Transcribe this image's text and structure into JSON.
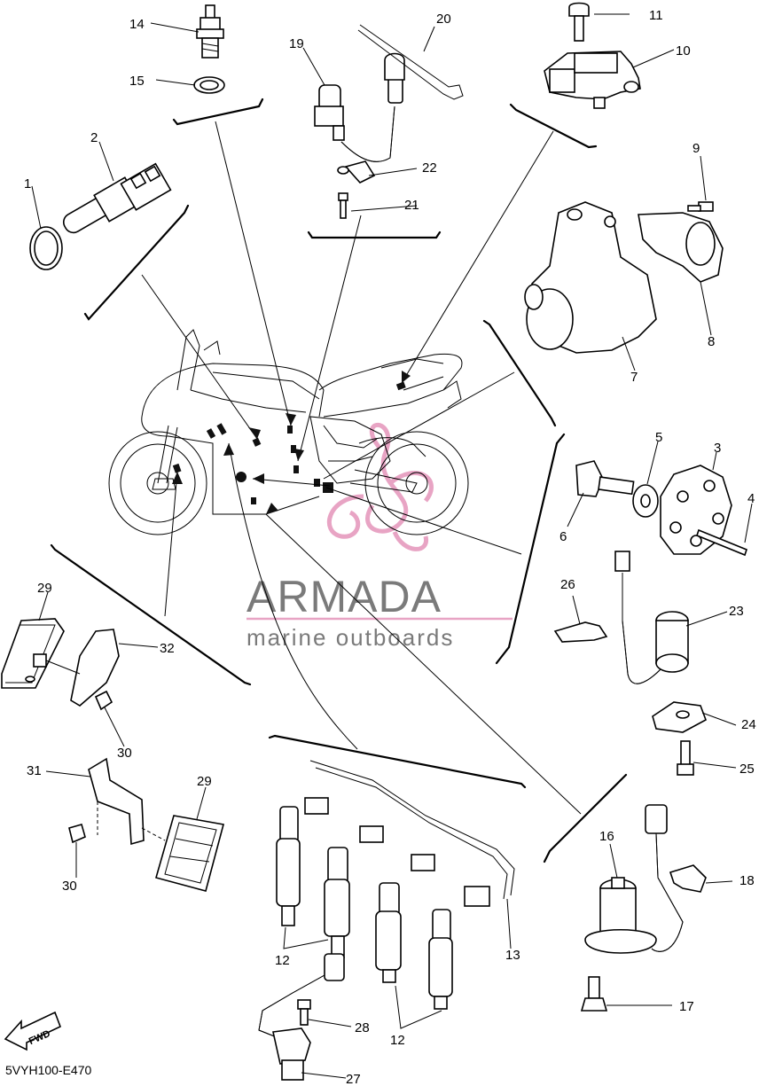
{
  "diagram": {
    "drawing_code": "5VYH100-E470",
    "fwd_label": "FWD",
    "watermark": {
      "brand": "ARMADA",
      "tagline": "marine outboards",
      "color": "#e8a4c4"
    },
    "callouts": [
      {
        "id": "c1",
        "label": "1"
      },
      {
        "id": "c2",
        "label": "2"
      },
      {
        "id": "c3",
        "label": "3"
      },
      {
        "id": "c4",
        "label": "4"
      },
      {
        "id": "c5",
        "label": "5"
      },
      {
        "id": "c6",
        "label": "6"
      },
      {
        "id": "c7",
        "label": "7"
      },
      {
        "id": "c8",
        "label": "8"
      },
      {
        "id": "c9",
        "label": "9"
      },
      {
        "id": "c10",
        "label": "10"
      },
      {
        "id": "c11",
        "label": "11"
      },
      {
        "id": "c12a",
        "label": "12"
      },
      {
        "id": "c12b",
        "label": "12"
      },
      {
        "id": "c13",
        "label": "13"
      },
      {
        "id": "c14",
        "label": "14"
      },
      {
        "id": "c15",
        "label": "15"
      },
      {
        "id": "c16",
        "label": "16"
      },
      {
        "id": "c17",
        "label": "17"
      },
      {
        "id": "c18",
        "label": "18"
      },
      {
        "id": "c19",
        "label": "19"
      },
      {
        "id": "c20",
        "label": "20"
      },
      {
        "id": "c21",
        "label": "21"
      },
      {
        "id": "c22",
        "label": "22"
      },
      {
        "id": "c23",
        "label": "23"
      },
      {
        "id": "c24",
        "label": "24"
      },
      {
        "id": "c25",
        "label": "25"
      },
      {
        "id": "c26",
        "label": "26"
      },
      {
        "id": "c27",
        "label": "27"
      },
      {
        "id": "c28",
        "label": "28"
      },
      {
        "id": "c29a",
        "label": "29"
      },
      {
        "id": "c29b",
        "label": "29"
      },
      {
        "id": "c30a",
        "label": "30"
      },
      {
        "id": "c30b",
        "label": "30"
      },
      {
        "id": "c31",
        "label": "31"
      },
      {
        "id": "c32",
        "label": "32"
      }
    ]
  }
}
